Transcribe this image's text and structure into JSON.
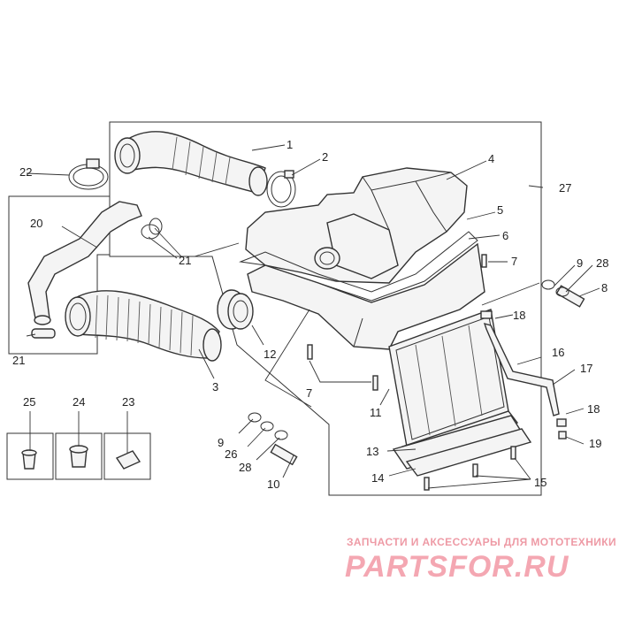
{
  "part_labels": [
    {
      "id": "p1",
      "text": "1"
    },
    {
      "id": "p2",
      "text": "2"
    },
    {
      "id": "p3",
      "text": "3"
    },
    {
      "id": "p4",
      "text": "4"
    },
    {
      "id": "p5",
      "text": "5"
    },
    {
      "id": "p6",
      "text": "6"
    },
    {
      "id": "p7a",
      "text": "7"
    },
    {
      "id": "p7b",
      "text": "7"
    },
    {
      "id": "p8",
      "text": "8"
    },
    {
      "id": "p9a",
      "text": "9"
    },
    {
      "id": "p9b",
      "text": "9"
    },
    {
      "id": "p10",
      "text": "10"
    },
    {
      "id": "p11",
      "text": "11"
    },
    {
      "id": "p12",
      "text": "12"
    },
    {
      "id": "p13",
      "text": "13"
    },
    {
      "id": "p14",
      "text": "14"
    },
    {
      "id": "p15",
      "text": "15"
    },
    {
      "id": "p16",
      "text": "16"
    },
    {
      "id": "p17",
      "text": "17"
    },
    {
      "id": "p18a",
      "text": "18"
    },
    {
      "id": "p18b",
      "text": "18"
    },
    {
      "id": "p19",
      "text": "19"
    },
    {
      "id": "p20",
      "text": "20"
    },
    {
      "id": "p21a",
      "text": "21"
    },
    {
      "id": "p21b",
      "text": "21"
    },
    {
      "id": "p22",
      "text": "22"
    },
    {
      "id": "p23",
      "text": "23"
    },
    {
      "id": "p24",
      "text": "24"
    },
    {
      "id": "p25",
      "text": "25"
    },
    {
      "id": "p26",
      "text": "26"
    },
    {
      "id": "p27",
      "text": "27"
    },
    {
      "id": "p28a",
      "text": "28"
    },
    {
      "id": "p28b",
      "text": "28"
    }
  ],
  "watermark": {
    "tagline": "ЗАПЧАСТИ И АКСЕССУАРЫ ДЛЯ МОТОТЕХНИКИ",
    "logo": "PARTSFOR.RU"
  },
  "colors": {
    "line": "#333333",
    "part_fill": "#f4f4f4",
    "watermark": "#f4a7b2"
  }
}
